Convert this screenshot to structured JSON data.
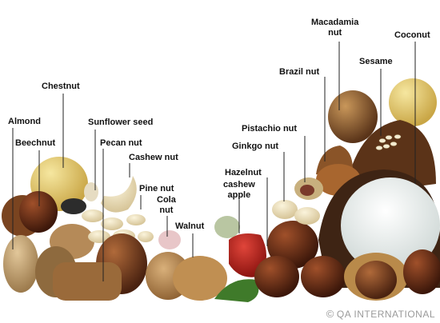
{
  "labels": {
    "macadamia": "Macadamia\nnut",
    "coconut": "Coconut",
    "sesame": "Sesame",
    "brazil": "Brazil nut",
    "chestnut": "Chestnut",
    "almond": "Almond",
    "sunflower": "Sunflower seed",
    "pistachio": "Pistachio nut",
    "beechnut": "Beechnut",
    "pecan": "Pecan nut",
    "ginkgo": "Ginkgo nut",
    "cashew": "Cashew nut",
    "hazelnut": "Hazelnut",
    "cashew_apple": "cashew\napple",
    "pine": "Pine nut",
    "cola": "Cola\nnut",
    "walnut": "Walnut"
  },
  "credit": {
    "symbol": "©",
    "text": "QA INTERNATIONAL"
  }
}
